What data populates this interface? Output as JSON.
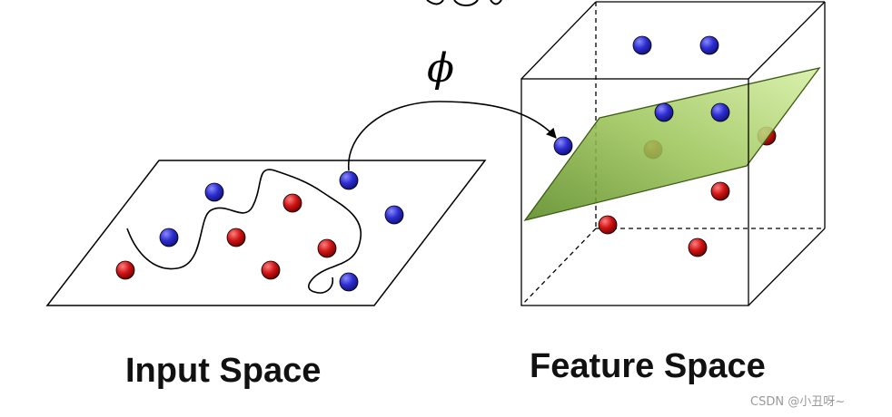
{
  "labels": {
    "input_space": "Input Space",
    "feature_space": "Feature Space",
    "mapping_symbol": "ϕ",
    "watermark": "CSDN @小丑呀~"
  },
  "colors": {
    "blue_point": "#2a2acb",
    "red_point": "#cc1010",
    "hyperplane_fill": "#8fb848",
    "outline": "#000000"
  }
}
